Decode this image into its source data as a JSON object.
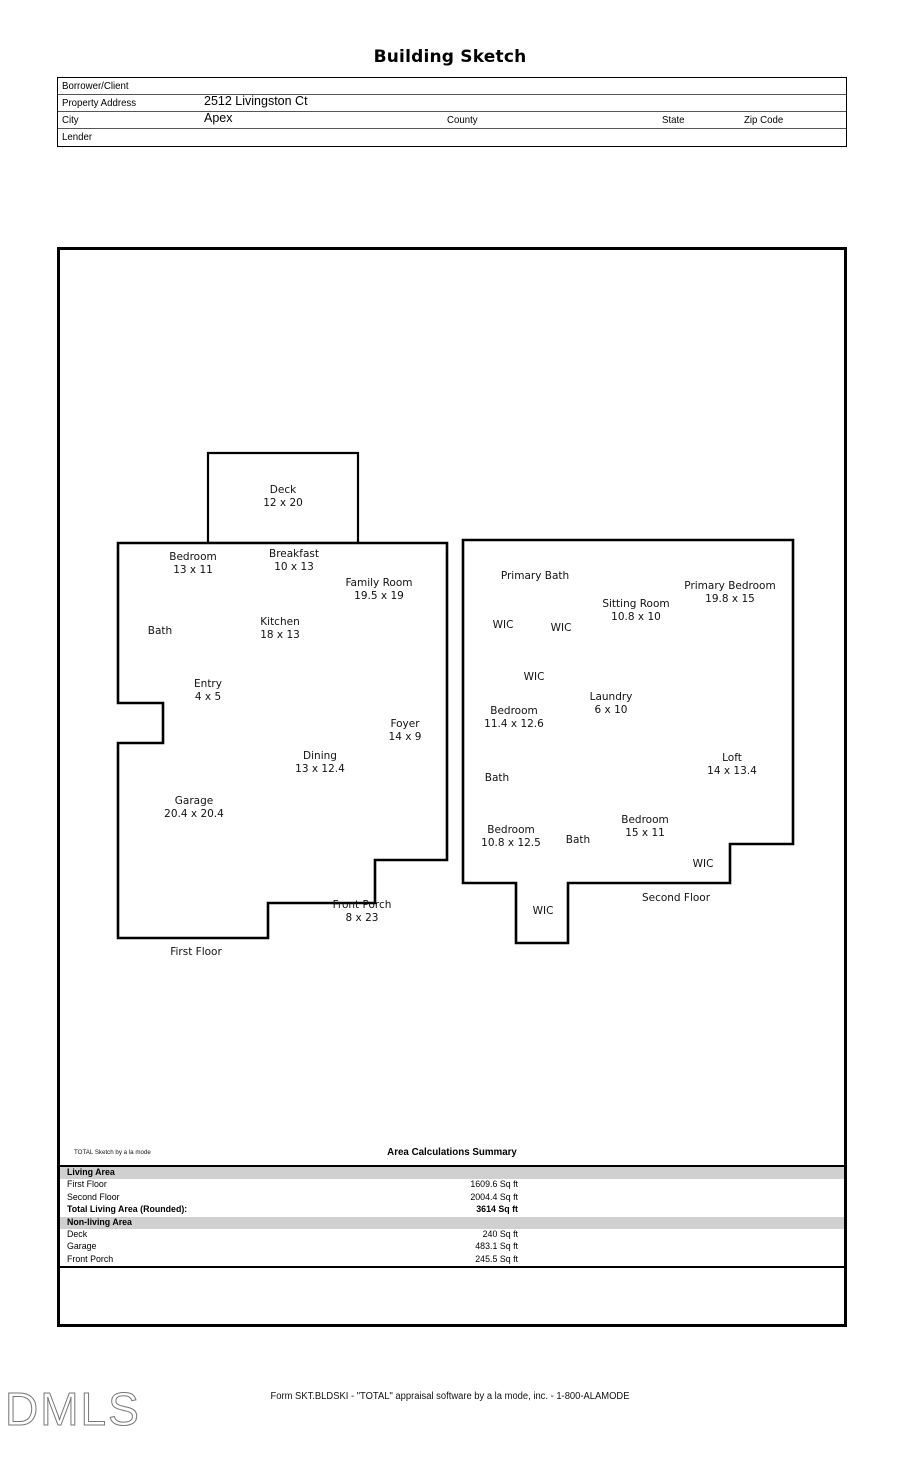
{
  "document": {
    "title": "Building Sketch",
    "footer_form_text": "Form SKT.BLDSKI - \"TOTAL\" appraisal software by a la mode, inc. - 1-800-ALAMODE",
    "watermark": "DMLS",
    "sketch_credit": "TOTAL Sketch by a la mode"
  },
  "header": {
    "rows": [
      {
        "label": "Borrower/Client",
        "value": ""
      },
      {
        "label": "Property Address",
        "value": "2512 Livingston Ct"
      },
      {
        "label": "City",
        "value": "Apex"
      },
      {
        "label": "Lender",
        "value": ""
      }
    ],
    "city_row_labels": {
      "county": "County",
      "state": "State",
      "zip": "Zip Code"
    }
  },
  "sketch": {
    "first_floor": {
      "caption": "First Floor",
      "rooms": [
        {
          "name": "Deck",
          "dims": "12 x 20"
        },
        {
          "name": "Bedroom",
          "dims": "13 x 11"
        },
        {
          "name": "Breakfast",
          "dims": "10 x 13"
        },
        {
          "name": "Family Room",
          "dims": "19.5 x 19"
        },
        {
          "name": "Bath",
          "dims": ""
        },
        {
          "name": "Kitchen",
          "dims": "18 x 13"
        },
        {
          "name": "Entry",
          "dims": "4 x 5"
        },
        {
          "name": "Foyer",
          "dims": "14 x 9"
        },
        {
          "name": "Dining",
          "dims": "13 x 12.4"
        },
        {
          "name": "Garage",
          "dims": "20.4 x 20.4"
        },
        {
          "name": "Front Porch",
          "dims": "8 x 23"
        }
      ]
    },
    "second_floor": {
      "caption": "Second Floor",
      "rooms": [
        {
          "name": "Primary Bath",
          "dims": ""
        },
        {
          "name": "Primary Bedroom",
          "dims": "19.8 x 15"
        },
        {
          "name": "Sitting Room",
          "dims": "10.8 x 10"
        },
        {
          "name": "WIC",
          "dims": ""
        },
        {
          "name": "WIC",
          "dims": ""
        },
        {
          "name": "WIC",
          "dims": ""
        },
        {
          "name": "Bedroom",
          "dims": "11.4 x 12.6"
        },
        {
          "name": "Laundry",
          "dims": "6 x 10"
        },
        {
          "name": "Loft",
          "dims": "14 x 13.4"
        },
        {
          "name": "Bath",
          "dims": ""
        },
        {
          "name": "Bedroom",
          "dims": "10.8 x 12.5"
        },
        {
          "name": "Bath",
          "dims": ""
        },
        {
          "name": "Bedroom",
          "dims": "15 x 11"
        },
        {
          "name": "WIC",
          "dims": ""
        },
        {
          "name": "WIC",
          "dims": ""
        }
      ]
    },
    "labels": {
      "deck_name": "Deck",
      "deck_dims": "12 x 20",
      "bedroom1_name": "Bedroom",
      "bedroom1_dims": "13 x 11",
      "breakfast_name": "Breakfast",
      "breakfast_dims": "10 x 13",
      "family_name": "Family Room",
      "family_dims": "19.5 x 19",
      "bath1_name": "Bath",
      "kitchen_name": "Kitchen",
      "kitchen_dims": "18 x 13",
      "entry_name": "Entry",
      "entry_dims": "4 x 5",
      "foyer_name": "Foyer",
      "foyer_dims": "14 x 9",
      "dining_name": "Dining",
      "dining_dims": "13 x 12.4",
      "garage_name": "Garage",
      "garage_dims": "20.4 x 20.4",
      "porch_name": "Front Porch",
      "porch_dims": "8 x 23",
      "first_floor_caption": "First Floor",
      "primary_bath": "Primary Bath",
      "primary_bed_name": "Primary Bedroom",
      "primary_bed_dims": "19.8 x 15",
      "sitting_name": "Sitting Room",
      "sitting_dims": "10.8 x 10",
      "wic_a": "WIC",
      "wic_b": "WIC",
      "wic_c": "WIC",
      "bed2_name": "Bedroom",
      "bed2_dims": "11.4 x 12.6",
      "laundry_name": "Laundry",
      "laundry_dims": "6 x 10",
      "loft_name": "Loft",
      "loft_dims": "14 x 13.4",
      "bath2_name": "Bath",
      "bed3_name": "Bedroom",
      "bed3_dims": "10.8 x 12.5",
      "bath3_name": "Bath",
      "bed4_name": "Bedroom",
      "bed4_dims": "15 x 11",
      "wic_d": "WIC",
      "wic_e": "WIC",
      "second_floor_caption": "Second Floor"
    }
  },
  "area_summary": {
    "title": "Area Calculations Summary",
    "sections": [
      {
        "heading": "Living Area",
        "rows": [
          {
            "label": "First Floor",
            "value": "1609.6 Sq ft",
            "bold": false
          },
          {
            "label": "Second Floor",
            "value": "2004.4 Sq ft",
            "bold": false
          },
          {
            "label": "Total Living Area (Rounded):",
            "value": "3614 Sq ft",
            "bold": true
          }
        ]
      },
      {
        "heading": "Non-living Area",
        "rows": [
          {
            "label": "Deck",
            "value": "240 Sq ft",
            "bold": false
          },
          {
            "label": "Garage",
            "value": "483.1 Sq ft",
            "bold": false
          },
          {
            "label": "Front Porch",
            "value": "245.5 Sq ft",
            "bold": false
          }
        ]
      }
    ]
  },
  "colors": {
    "line": "#000000",
    "section_band": "#d0d0d0",
    "page_background": "#ffffff"
  }
}
